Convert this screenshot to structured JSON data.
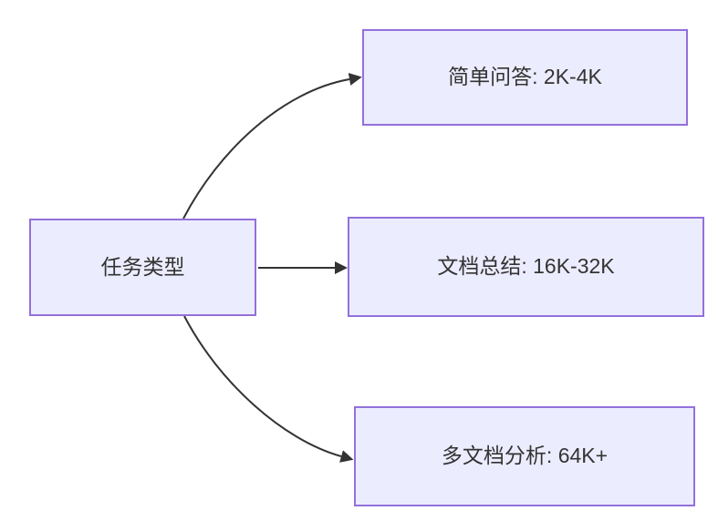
{
  "diagram": {
    "type": "flowchart",
    "direction": "left-to-right",
    "nodes": [
      {
        "id": "task-type",
        "label": "任务类型"
      },
      {
        "id": "simple-qa",
        "label": "简单问答: 2K-4K"
      },
      {
        "id": "doc-summary",
        "label": "文档总结: 16K-32K"
      },
      {
        "id": "multi-doc",
        "label": "多文档分析: 64K+"
      }
    ],
    "edges": [
      {
        "from": "任务类型",
        "to": "简单问答: 2K-4K"
      },
      {
        "from": "任务类型",
        "to": "文档总结: 16K-32K"
      },
      {
        "from": "任务类型",
        "to": "多文档分析: 64K+"
      }
    ],
    "colors": {
      "node_fill": "#ECECFF",
      "node_border": "#9370DB",
      "edge": "#333333",
      "text": "#333333",
      "background": "#FFFFFF"
    }
  }
}
